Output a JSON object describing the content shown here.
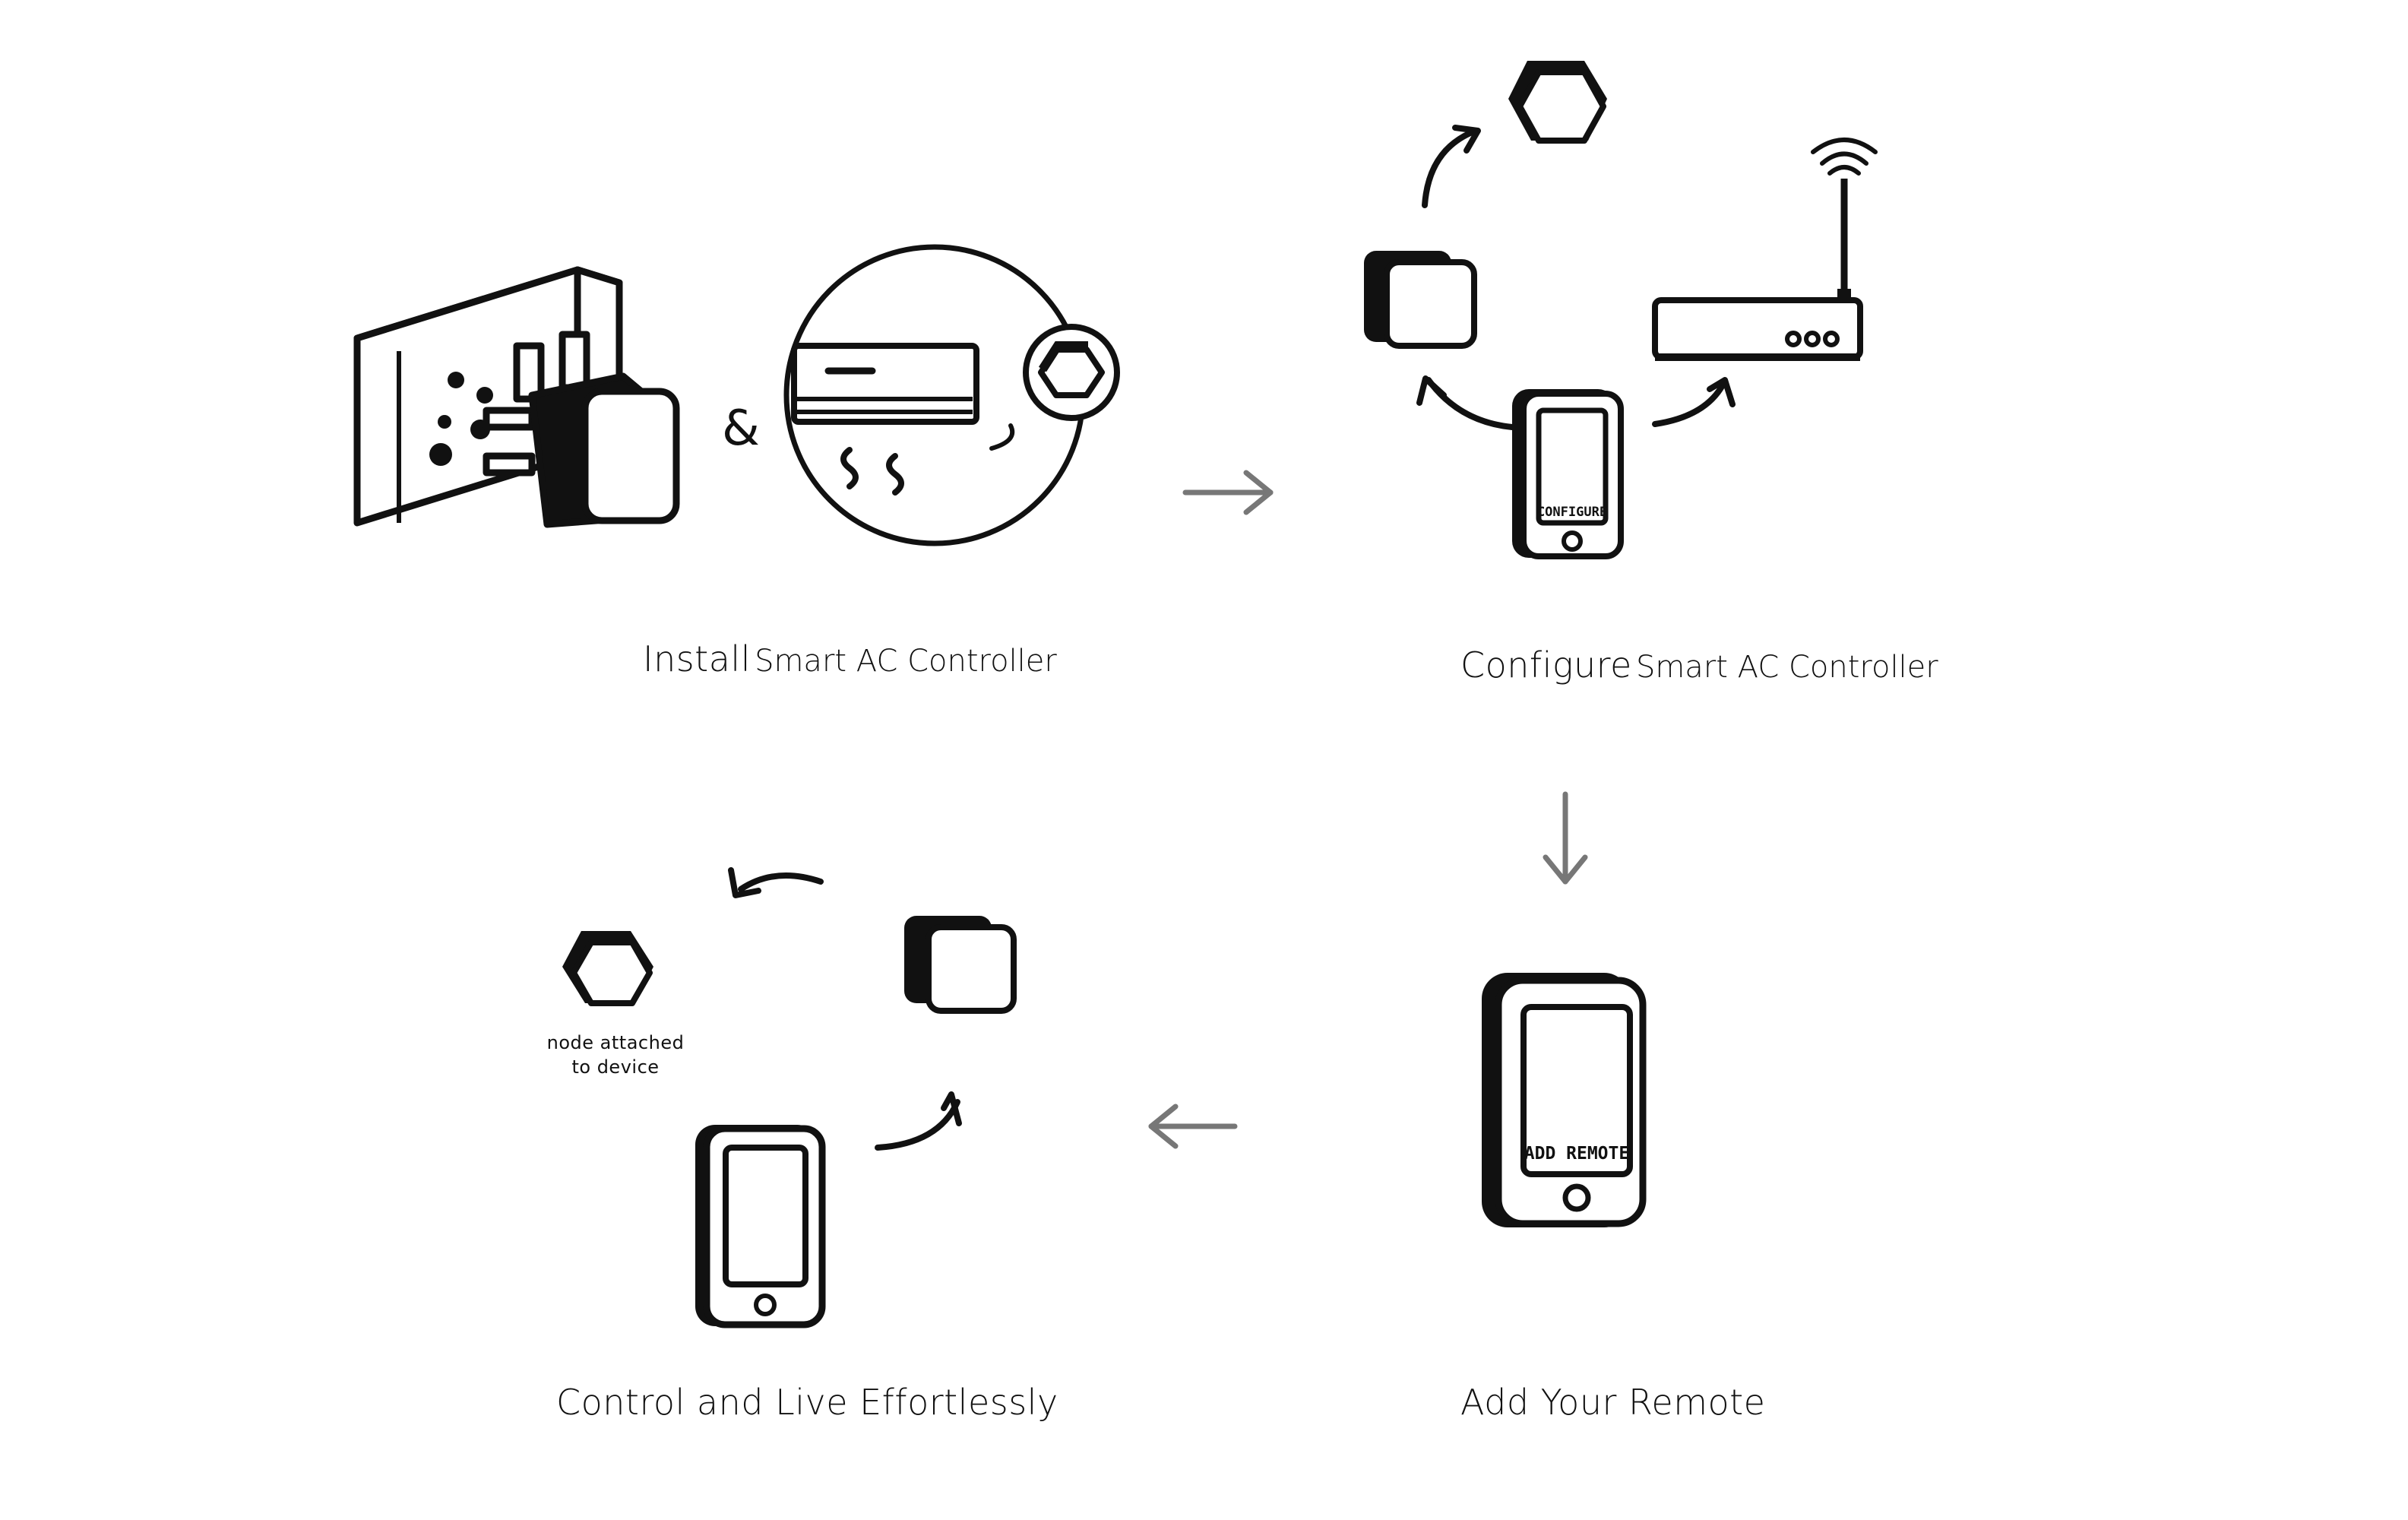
{
  "steps": {
    "install": {
      "title": "Install",
      "product": "Smart AC Controller"
    },
    "configure": {
      "title": "Configure",
      "product": "Smart AC Controller",
      "phone_label": "CONFIGURE"
    },
    "add_remote": {
      "title": "Add Your Remote",
      "phone_label": "ADD REMOTE"
    },
    "control": {
      "title": "Control and Live Effortlessly",
      "note_line1": "node attached",
      "note_line2": "to device"
    }
  },
  "connector": {
    "ampersand": "&"
  },
  "colors": {
    "ink": "#111111",
    "arrow": "#777777",
    "background": "#ffffff"
  }
}
